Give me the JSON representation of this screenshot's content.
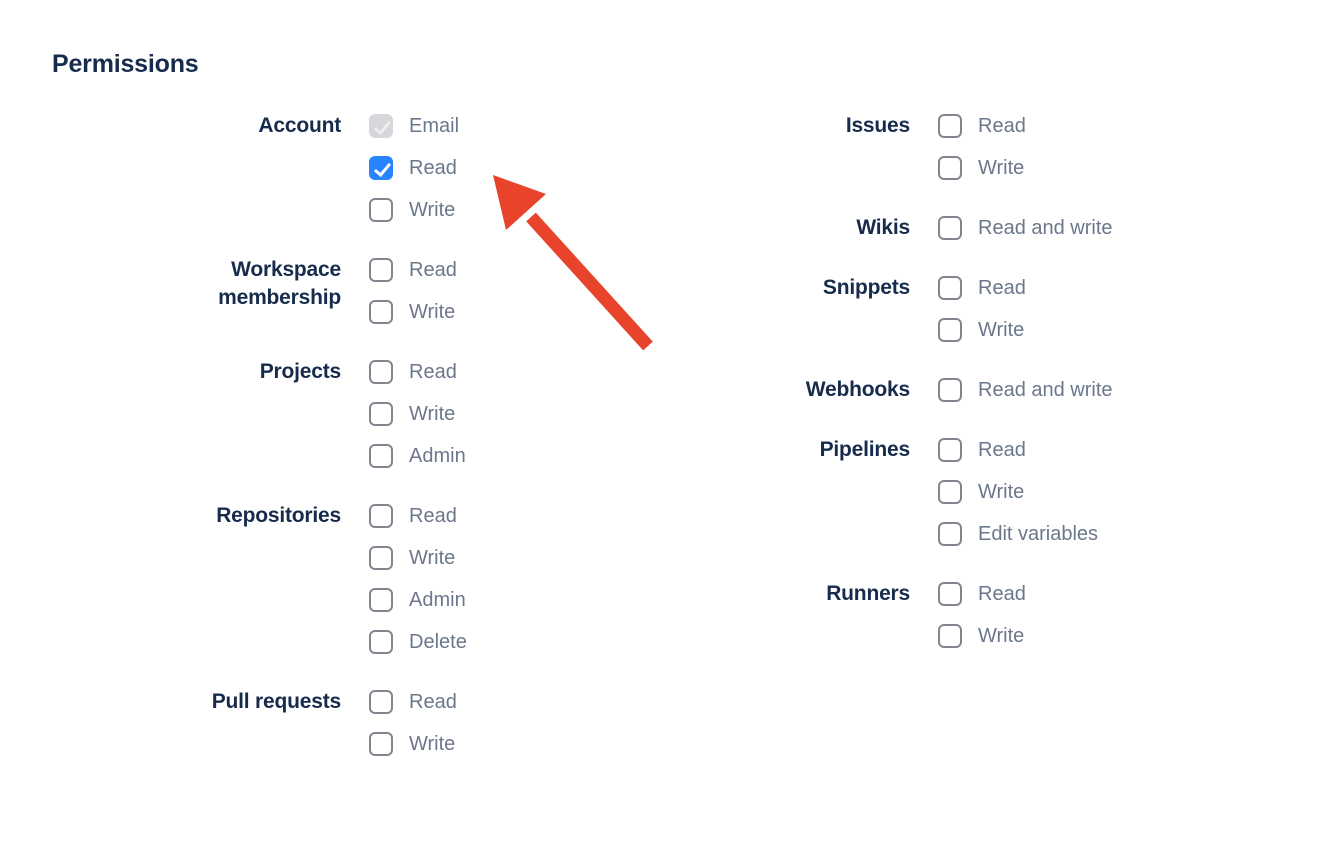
{
  "page": {
    "heading": "Permissions"
  },
  "colors": {
    "heading_navy": "#172B4D",
    "option_label_gray": "#6B778C",
    "checkbox_checked_blue": "#2684FF",
    "checkbox_disabled_gray": "#D5D7DA",
    "checkbox_border_gray": "#82878F",
    "arrow_red": "#E8432B"
  },
  "columns": [
    {
      "groups": [
        {
          "label": "Account",
          "options": [
            {
              "label": "Email",
              "state": "disabled-checked"
            },
            {
              "label": "Read",
              "state": "checked"
            },
            {
              "label": "Write",
              "state": "unchecked"
            }
          ]
        },
        {
          "label": "Workspace membership",
          "options": [
            {
              "label": "Read",
              "state": "unchecked"
            },
            {
              "label": "Write",
              "state": "unchecked"
            }
          ]
        },
        {
          "label": "Projects",
          "options": [
            {
              "label": "Read",
              "state": "unchecked"
            },
            {
              "label": "Write",
              "state": "unchecked"
            },
            {
              "label": "Admin",
              "state": "unchecked"
            }
          ]
        },
        {
          "label": "Repositories",
          "options": [
            {
              "label": "Read",
              "state": "unchecked"
            },
            {
              "label": "Write",
              "state": "unchecked"
            },
            {
              "label": "Admin",
              "state": "unchecked"
            },
            {
              "label": "Delete",
              "state": "unchecked"
            }
          ]
        },
        {
          "label": "Pull requests",
          "options": [
            {
              "label": "Read",
              "state": "unchecked"
            },
            {
              "label": "Write",
              "state": "unchecked"
            }
          ]
        }
      ]
    },
    {
      "groups": [
        {
          "label": "Issues",
          "options": [
            {
              "label": "Read",
              "state": "unchecked"
            },
            {
              "label": "Write",
              "state": "unchecked"
            }
          ]
        },
        {
          "label": "Wikis",
          "options": [
            {
              "label": "Read and write",
              "state": "unchecked"
            }
          ]
        },
        {
          "label": "Snippets",
          "options": [
            {
              "label": "Read",
              "state": "unchecked"
            },
            {
              "label": "Write",
              "state": "unchecked"
            }
          ]
        },
        {
          "label": "Webhooks",
          "options": [
            {
              "label": "Read and write",
              "state": "unchecked"
            }
          ]
        },
        {
          "label": "Pipelines",
          "options": [
            {
              "label": "Read",
              "state": "unchecked"
            },
            {
              "label": "Write",
              "state": "unchecked"
            },
            {
              "label": "Edit variables",
              "state": "unchecked"
            }
          ]
        },
        {
          "label": "Runners",
          "options": [
            {
              "label": "Read",
              "state": "unchecked"
            },
            {
              "label": "Write",
              "state": "unchecked"
            }
          ]
        }
      ]
    }
  ]
}
